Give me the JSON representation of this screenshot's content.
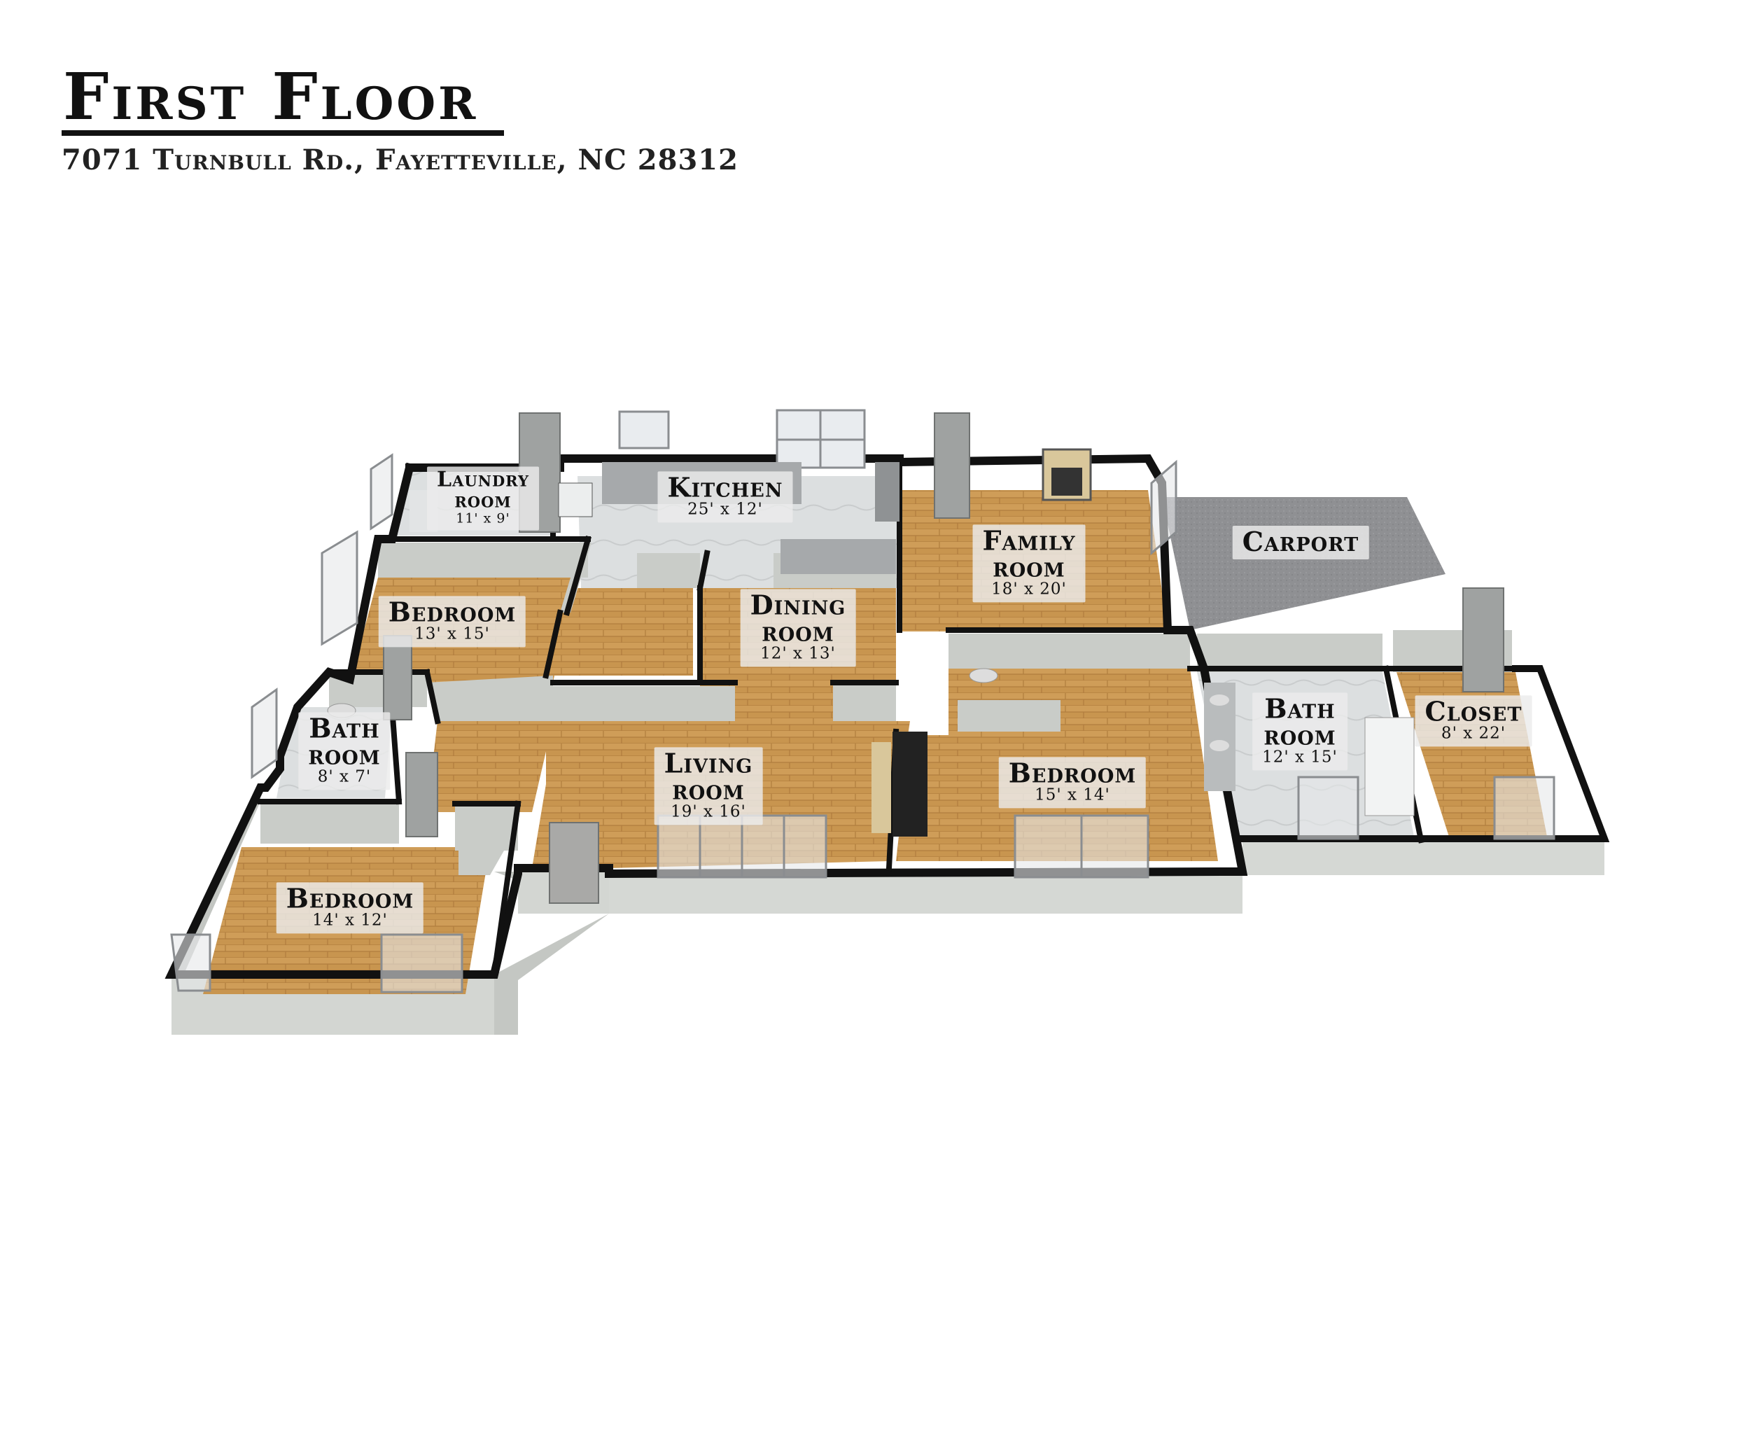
{
  "header": {
    "title": "First Floor",
    "address": "7071 Turnbull Rd., Fayetteville, NC 28312"
  },
  "rooms": {
    "laundry": {
      "name": "Laundry\nroom",
      "dim": "11' x 9'"
    },
    "kitchen": {
      "name": "Kitchen",
      "dim": "25' x 12'"
    },
    "family": {
      "name": "Family\nroom",
      "dim": "18' x 20'"
    },
    "carport": {
      "name": "Carport"
    },
    "bedroom_nw": {
      "name": "Bedroom",
      "dim": "13' x 15'"
    },
    "dining": {
      "name": "Dining\nroom",
      "dim": "12' x 13'"
    },
    "bath_w": {
      "name": "Bath\nroom",
      "dim": "8' x 7'"
    },
    "living": {
      "name": "Living\nroom",
      "dim": "19' x 16'"
    },
    "bedroom_c": {
      "name": "Bedroom",
      "dim": "15' x 14'"
    },
    "bath_e": {
      "name": "Bath\nroom",
      "dim": "12' x 15'"
    },
    "closet": {
      "name": "Closet",
      "dim": "8' x 22'"
    },
    "bedroom_sw": {
      "name": "Bedroom",
      "dim": "14' x 12'"
    }
  },
  "colors": {
    "wood_floor": "#c8954f",
    "tile_floor": "#d9dcdd",
    "carport": "#8e8f92",
    "wall_top": "#111111",
    "wall_face": "#c9ccc8"
  }
}
